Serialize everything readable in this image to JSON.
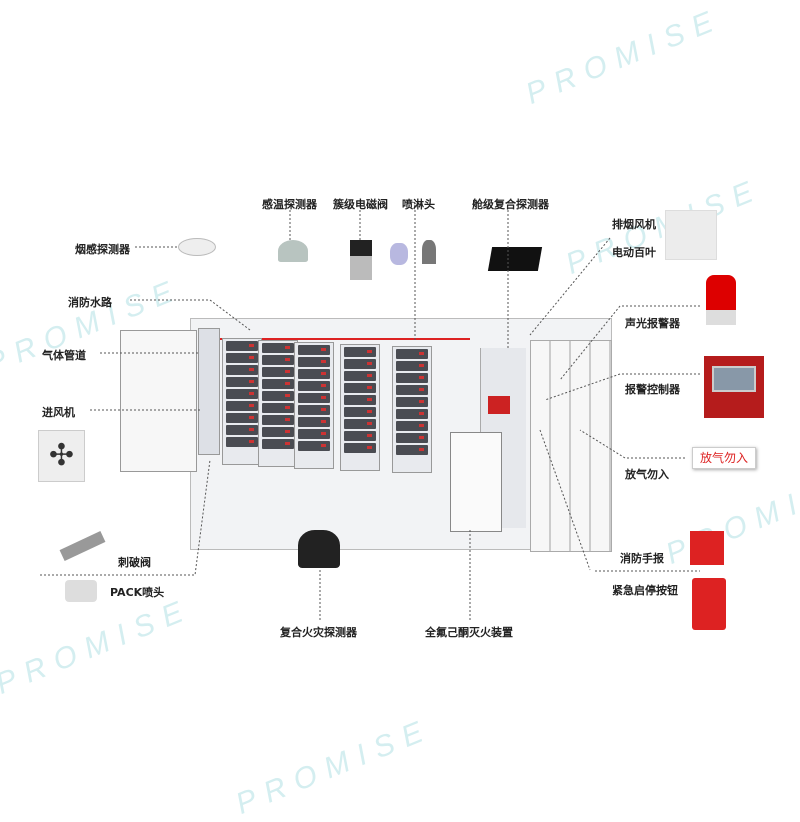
{
  "watermark": "PROMISE",
  "labels": {
    "smoke_detector": "烟感探测器",
    "fire_water_line": "消防水路",
    "gas_pipe": "气体管道",
    "intake_fan": "进风机",
    "puncture_valve": "刺破阀",
    "pack_nozzle": "PACK喷头",
    "temp_detector": "感温探测器",
    "cluster_solenoid_valve": "簇级电磁阀",
    "sprinkler": "喷淋头",
    "cabin_composite_detector": "舱级复合探测器",
    "exhaust_fan": "排烟风机",
    "electric_louver": "电动百叶",
    "audible_visual_alarm": "声光报警器",
    "alarm_controller": "报警控制器",
    "no_entry_gas": "放气勿入",
    "manual_call_point": "消防手报",
    "emergency_stop_button": "紧急启停按钮",
    "composite_fire_detector": "复合火灾探测器",
    "fk5112_extinguisher": "全氟己酮灭火装置"
  },
  "sign_text": "放气勿入"
}
